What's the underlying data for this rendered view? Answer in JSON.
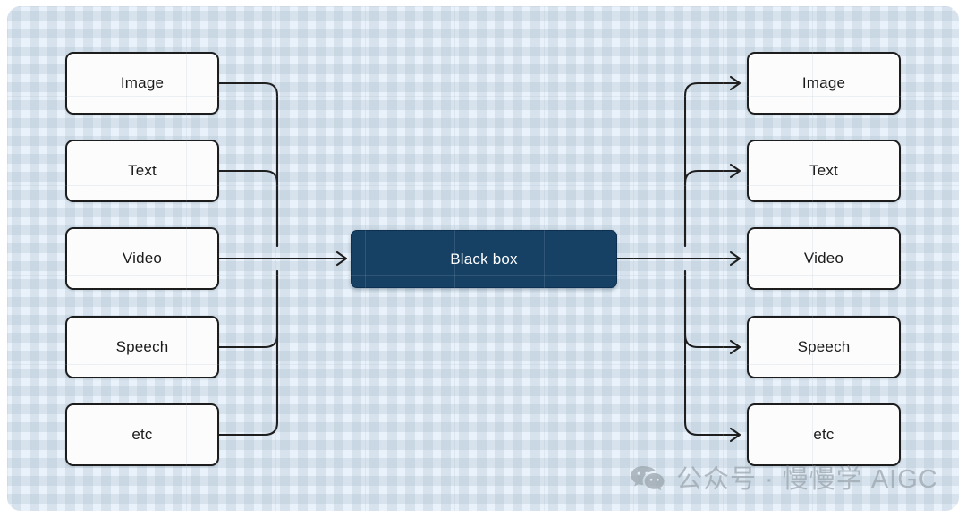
{
  "diagram": {
    "title": "Black box multimodal input/output diagram",
    "background_color": "#e9f2fa",
    "node_fill": "#fcfcfc",
    "node_border": "#1d1d1d",
    "accent_color": "#164165",
    "connector_color": "#1f1f1f",
    "center": {
      "label": "Black box"
    },
    "inputs": [
      {
        "label": "Image"
      },
      {
        "label": "Text"
      },
      {
        "label": "Video"
      },
      {
        "label": "Speech"
      },
      {
        "label": "etc"
      }
    ],
    "outputs": [
      {
        "label": "Image"
      },
      {
        "label": "Text"
      },
      {
        "label": "Video"
      },
      {
        "label": "Speech"
      },
      {
        "label": "etc"
      }
    ]
  },
  "watermark": {
    "icon": "wechat-logo-icon",
    "text": "公众号 · 慢慢学 AIGC",
    "color": "#9aa4ad"
  }
}
